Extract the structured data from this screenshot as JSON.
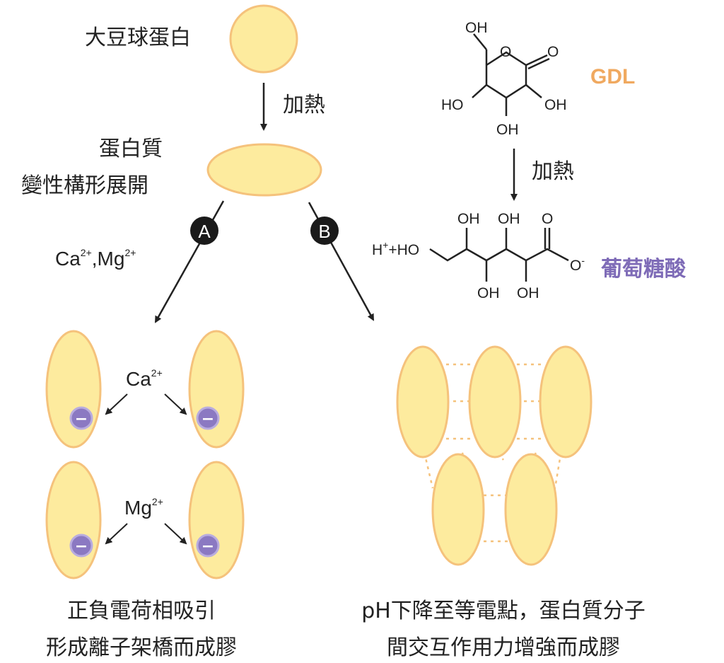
{
  "protein": "大豆球蛋白",
  "heating": "加熱",
  "denature": [
    "蛋白質",
    "變性構形展開"
  ],
  "path_a": "A",
  "path_b": "B",
  "ions_main": "Ca",
  "ions_sup1": "2+",
  "ions_sep": ",Mg",
  "ions_sup2": "2+",
  "ca": "Ca",
  "ca_sup": "2+",
  "mg": "Mg",
  "mg_sup": "2+",
  "minus": "−",
  "result_a": [
    "正負電荷相吸引",
    "形成離子架橋而成膠"
  ],
  "result_b": [
    "pH下降至等電點，蛋白質分子",
    "間交互作用力增強而成膠"
  ],
  "gdl": "GDL",
  "gdl_heating": "加熱",
  "gluconic_acid": "葡萄糖酸",
  "atoms": {
    "oh": "OH",
    "o": "O",
    "ho": "HO",
    "h": "H",
    "plus_ho": "+HO",
    "plus": "+",
    "minus_charge": "-"
  },
  "colors": {
    "fill": "#FDEB9E",
    "stroke": "#F5C27C",
    "gdl": "#F0A960",
    "gluconic": "#7E6BB7",
    "badge": "#1a1a1a",
    "neg": "#8B79C2"
  }
}
